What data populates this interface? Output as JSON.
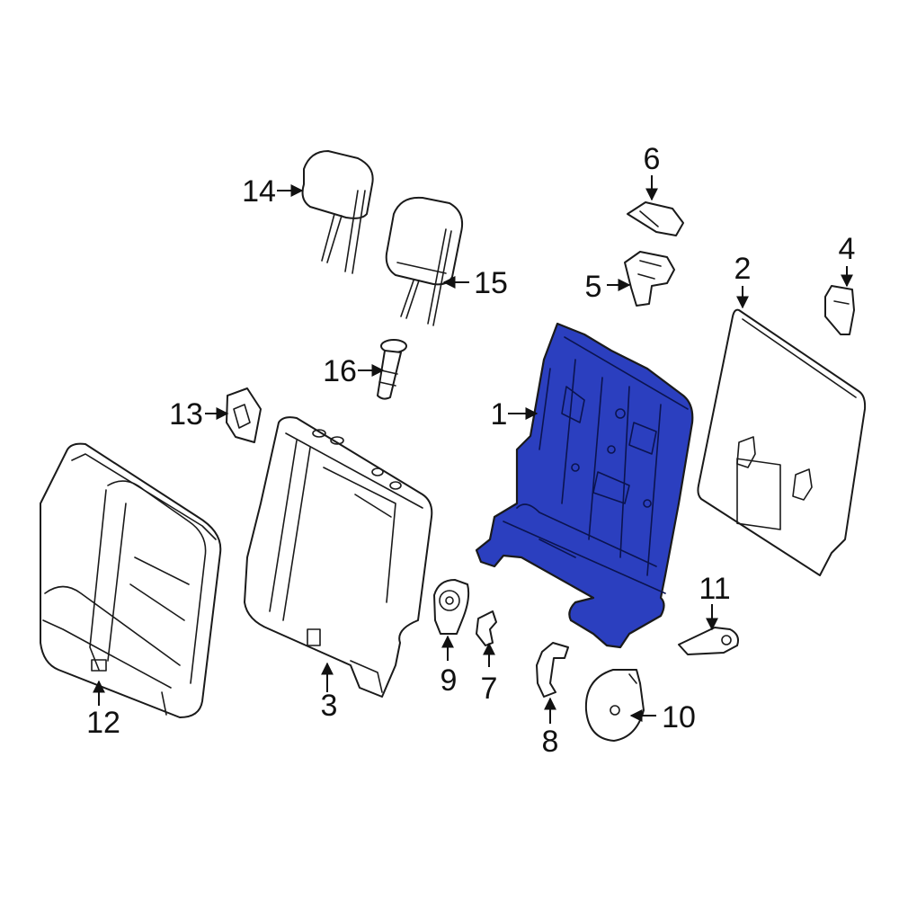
{
  "colors": {
    "highlight": "#2b3fbf",
    "line": "#1a1a1a",
    "background": "#ffffff"
  },
  "callouts": {
    "c1": "1",
    "c2": "2",
    "c3": "3",
    "c4": "4",
    "c5": "5",
    "c6": "6",
    "c7": "7",
    "c8": "8",
    "c9": "9",
    "c10": "10",
    "c11": "11",
    "c12": "12",
    "c13": "13",
    "c14": "14",
    "c15": "15",
    "c16": "16"
  }
}
